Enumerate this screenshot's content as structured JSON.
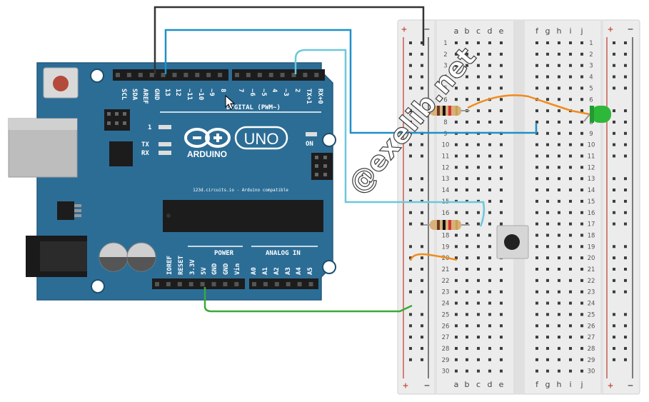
{
  "board": {
    "logo_text": "ARDUINO",
    "model": "UNO",
    "footer_text": "123d.circuits.io - Arduino compatible",
    "digital_header": "DIGITAL (PWM~)",
    "power_header": "POWER",
    "analog_header": "ANALOG IN",
    "led_on": "ON",
    "led_l": "1",
    "led_tx": "TX",
    "led_rx": "RX",
    "top_pins": [
      "SCL",
      "SDA",
      "AREF",
      "GND",
      "13",
      "12",
      "~11",
      "~10",
      "~9",
      "8",
      "7",
      "~6",
      "~5",
      "4",
      "~3",
      "2",
      "TX+1",
      "RX+0"
    ],
    "bottom_pins": [
      "IOREF",
      "RESET",
      "3.3V",
      "5V",
      "GND",
      "GND",
      "Vin",
      "A0",
      "A1",
      "A2",
      "A3",
      "A4",
      "A5"
    ]
  },
  "breadboard": {
    "rows": 30,
    "left_letters": [
      "a",
      "b",
      "c",
      "d",
      "e"
    ],
    "right_letters": [
      "f",
      "g",
      "h",
      "i",
      "j"
    ],
    "plus": "+",
    "minus": "−",
    "colors": {
      "board": "#ececec",
      "rail_red": "#c0392b",
      "rail_black": "#333333"
    }
  },
  "watermark": "@exelib.net",
  "wires": [
    {
      "name": "gnd-wire",
      "color": "#333333"
    },
    {
      "name": "pin13-wire",
      "color": "#1e90c8"
    },
    {
      "name": "pin2-wire",
      "color": "#6cc7dc"
    },
    {
      "name": "5v-wire",
      "color": "#3aaa35"
    },
    {
      "name": "led-wire",
      "color": "#f08c1e"
    },
    {
      "name": "jumper-20",
      "color": "#f08c1e"
    }
  ]
}
